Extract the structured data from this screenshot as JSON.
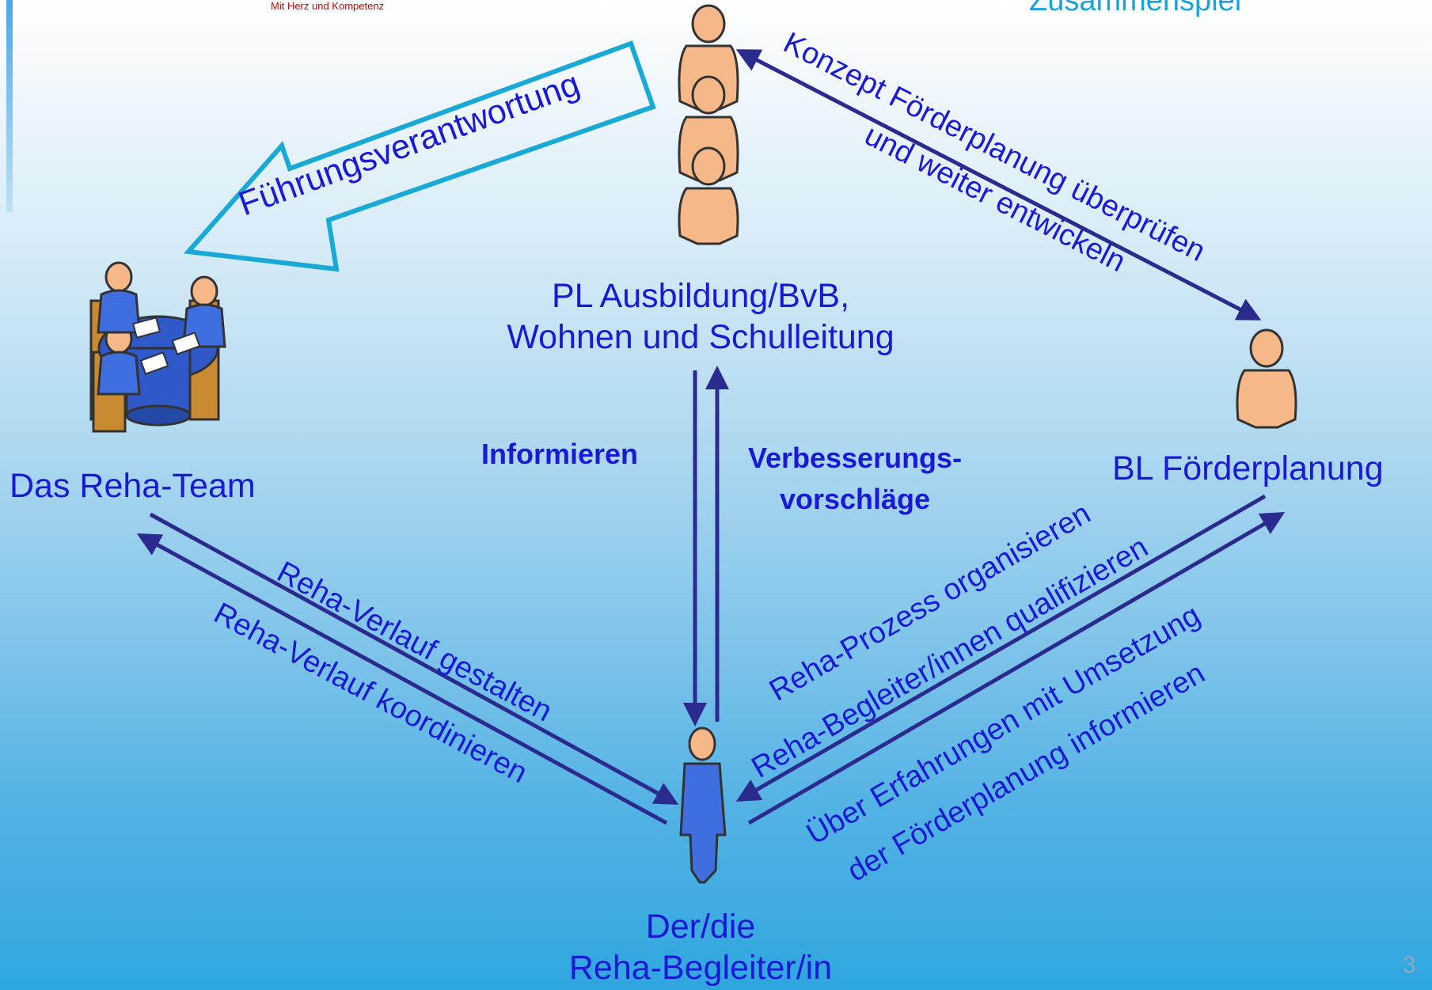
{
  "header": {
    "tagline": "Mit Herz und Kompetenz",
    "title_fragment": "Zusammenspiel",
    "page_number": "3"
  },
  "nodes": {
    "leadership": "PL Ausbildung/BvB,\nWohnen und Schulleitung",
    "reha_team": "Das Reha-Team",
    "bl_foerderplanung": "BL Förderplanung",
    "reha_begleiter": "Der/die\nReha-Begleiter/in"
  },
  "edges": {
    "fuehrung": "Führungsverantwortung",
    "konzept_line1": "Konzept Förderplanung überprüfen",
    "konzept_line2": "und weiter entwickeln",
    "informieren": "Informieren",
    "verbesserung": "Verbesserungs-\nvorschläge",
    "gestalten": "Reha-Verlauf gestalten",
    "koordinieren": "Reha-Verlauf koordinieren",
    "organisieren_line1": "Reha-Prozess organisieren",
    "organisieren_line2": "Reha-Begleiter/innen qualifizieren",
    "erfahrungen_line1": "Über Erfahrungen mit Umsetzung",
    "erfahrungen_line2": "der Förderplanung informieren"
  },
  "colors": {
    "text": "#1a1ad6",
    "arrow": "#2b2b8f",
    "hollow_arrow": "#18a9d6",
    "person_skin": "#f7b889",
    "person_blue": "#3f6ee0",
    "table": "#2f58c8",
    "chair": "#c98a32",
    "tagline": "#cc0000",
    "title": "#1aa3d9"
  },
  "icons": [
    "person-group-icon",
    "meeting-table-icon",
    "person-icon",
    "standing-person-icon",
    "hollow-arrow-icon"
  ]
}
